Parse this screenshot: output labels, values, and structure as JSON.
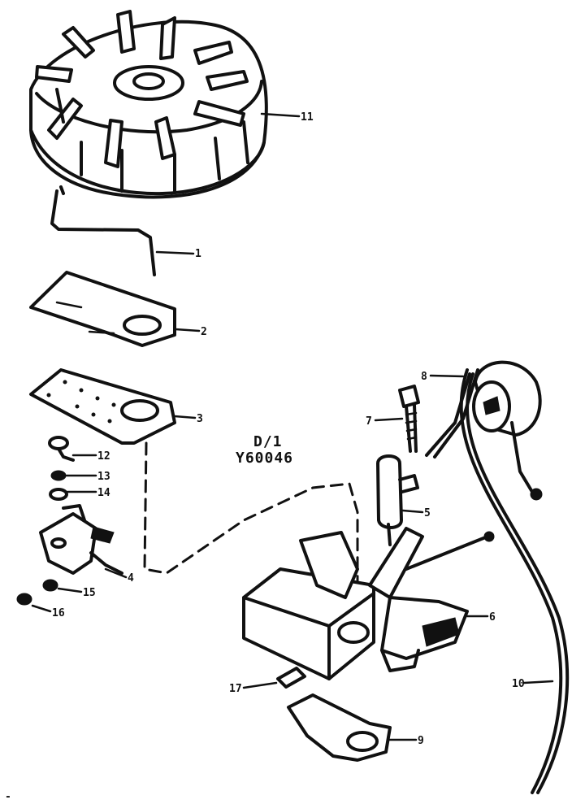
{
  "diagram": {
    "drawing_code": {
      "line1": "D/1",
      "line2": "Y60046"
    },
    "callouts": {
      "flywheel": "11",
      "spring_clip": "1",
      "gasket_top": "2",
      "gasket_plate": "3",
      "screw": "12",
      "washer_a": "13",
      "washer_b": "14",
      "breaker_points": "4",
      "nut_a": "15",
      "nut_b": "16",
      "ignition_coil": "8",
      "bolt": "7",
      "condenser": "5",
      "armature_bracket": "6",
      "grommet": "17",
      "base_plate": "9",
      "ignition_wire": "10"
    },
    "corner_mark": "-"
  }
}
